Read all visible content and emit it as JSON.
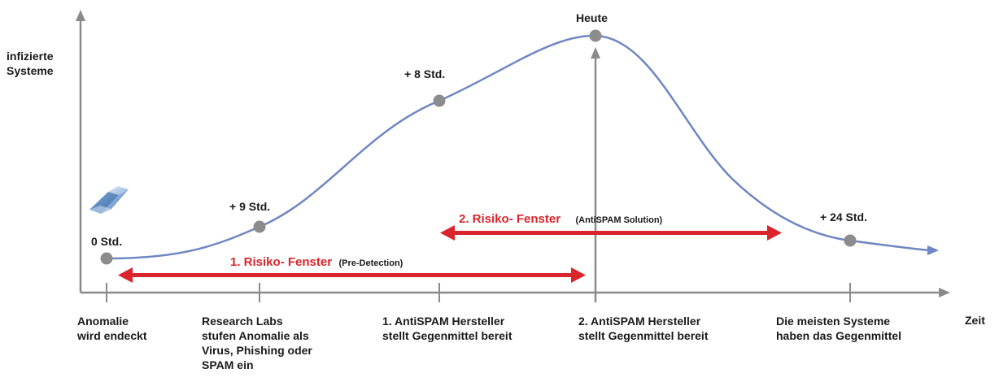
{
  "y_axis_label": [
    "infizierte",
    "Systeme"
  ],
  "x_axis_label": "Zeit",
  "colors": {
    "curve": "#6f86c3",
    "axis": "#8a8a8a",
    "point": "#8c8c8c",
    "risk_arrow": "#d9252b",
    "risk_text": "#d9252b"
  },
  "points": [
    {
      "label": "0 Std."
    },
    {
      "label": "+ 9 Std."
    },
    {
      "label": "+ 8 Std."
    },
    {
      "label": "Heute"
    },
    {
      "label": "+ 24 Std."
    }
  ],
  "milestones": [
    {
      "lines": [
        "Anomalie",
        "wird endeckt"
      ]
    },
    {
      "lines": [
        "Research Labs",
        "stufen Anomalie als",
        "Virus, Phishing oder",
        "SPAM ein"
      ]
    },
    {
      "lines": [
        "1. AntiSPAM Hersteller",
        "stellt Gegenmittel bereit"
      ]
    },
    {
      "lines": [
        "2. AntiSPAM Hersteller",
        "stellt Gegenmittel bereit"
      ]
    },
    {
      "lines": [
        "Die meisten Systeme",
        "haben das Gegenmittel"
      ]
    }
  ],
  "risk_windows": [
    {
      "title": "1. Risiko- Fenster",
      "note": "(Pre-Detection)"
    },
    {
      "title": "2. Risiko- Fenster",
      "note": "(AntiSPAM Solution)"
    }
  ]
}
